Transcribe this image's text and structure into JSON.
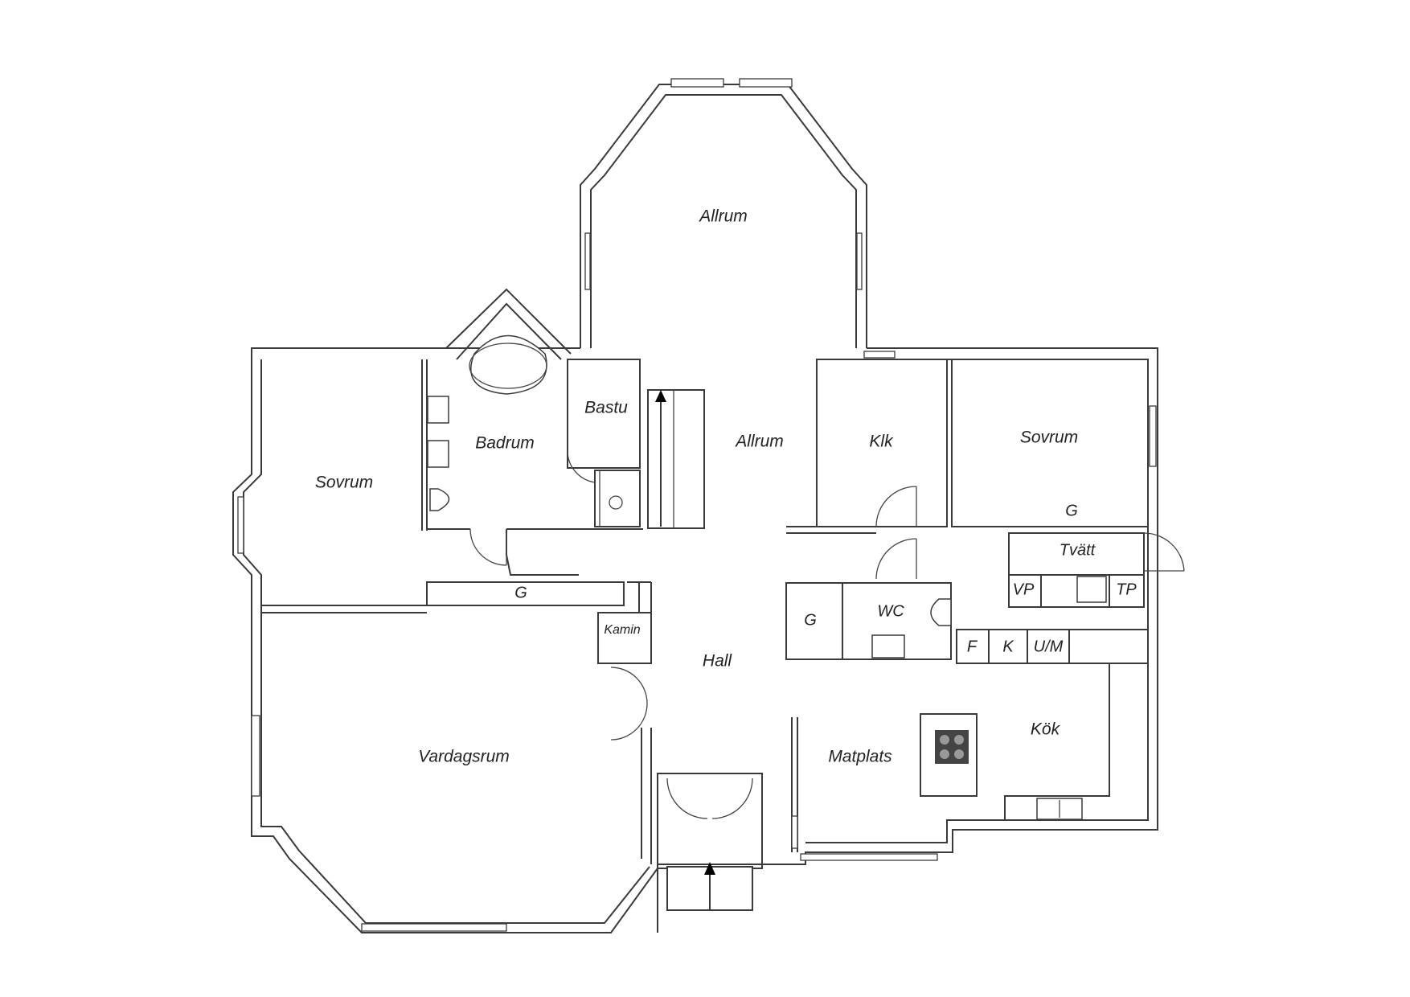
{
  "rooms": {
    "allrum_top": "Allrum",
    "allrum_mid": "Allrum",
    "badrum": "Badrum",
    "bastu": "Bastu",
    "sovrum_left": "Sovrum",
    "klk": "Klk",
    "sovrum_right": "Sovrum",
    "g_sovrum_right": "G",
    "tvatt": "Tvätt",
    "vp": "VP",
    "tp": "TP",
    "g_left": "G",
    "g_hall": "G",
    "wc": "WC",
    "kamin": "Kamin",
    "hall": "Hall",
    "f": "F",
    "k": "K",
    "um": "U/M",
    "kok": "Kök",
    "matplats": "Matplats",
    "vardagsrum": "Vardagsrum"
  },
  "icons": [
    "entrance-arrow-icon",
    "stair-arrow-icon",
    "bathtub-icon",
    "sink-icon",
    "toilet-icon",
    "shower-icon",
    "stove-icon",
    "double-sink-icon"
  ]
}
